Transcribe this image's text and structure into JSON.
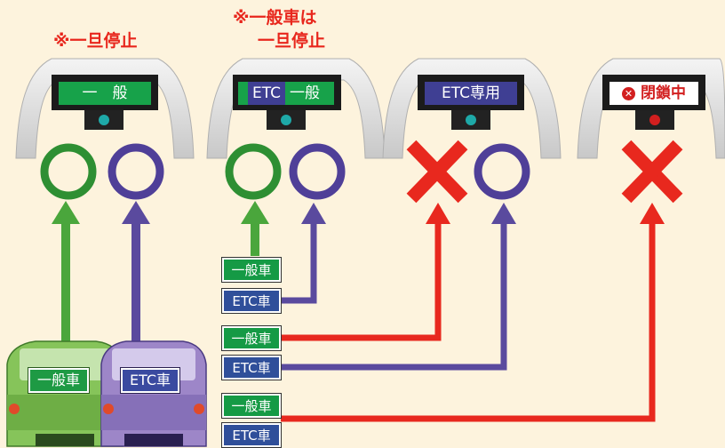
{
  "notes": {
    "gate1_stop": "※一旦停止",
    "gate2_line1": "※一般車は",
    "gate2_line2": "一旦停止"
  },
  "gates": [
    {
      "sign": "一　般",
      "lamp": "teal"
    },
    {
      "sign": "ETC 一般",
      "sign_left": "ETC",
      "sign_right": "一般",
      "lamp": "teal"
    },
    {
      "sign": "ETC専用",
      "lamp": "teal"
    },
    {
      "sign": "閉鎖中",
      "lamp": "red"
    }
  ],
  "plates": {
    "general": "一般車",
    "etc": "ETC車"
  },
  "colors": {
    "general": "#4aa63c",
    "etc": "#5a4a9e",
    "closed": "#e8281e",
    "ring_green": "#2e8f33",
    "ring_purple": "#4f3f98",
    "cross": "#e8281e"
  }
}
